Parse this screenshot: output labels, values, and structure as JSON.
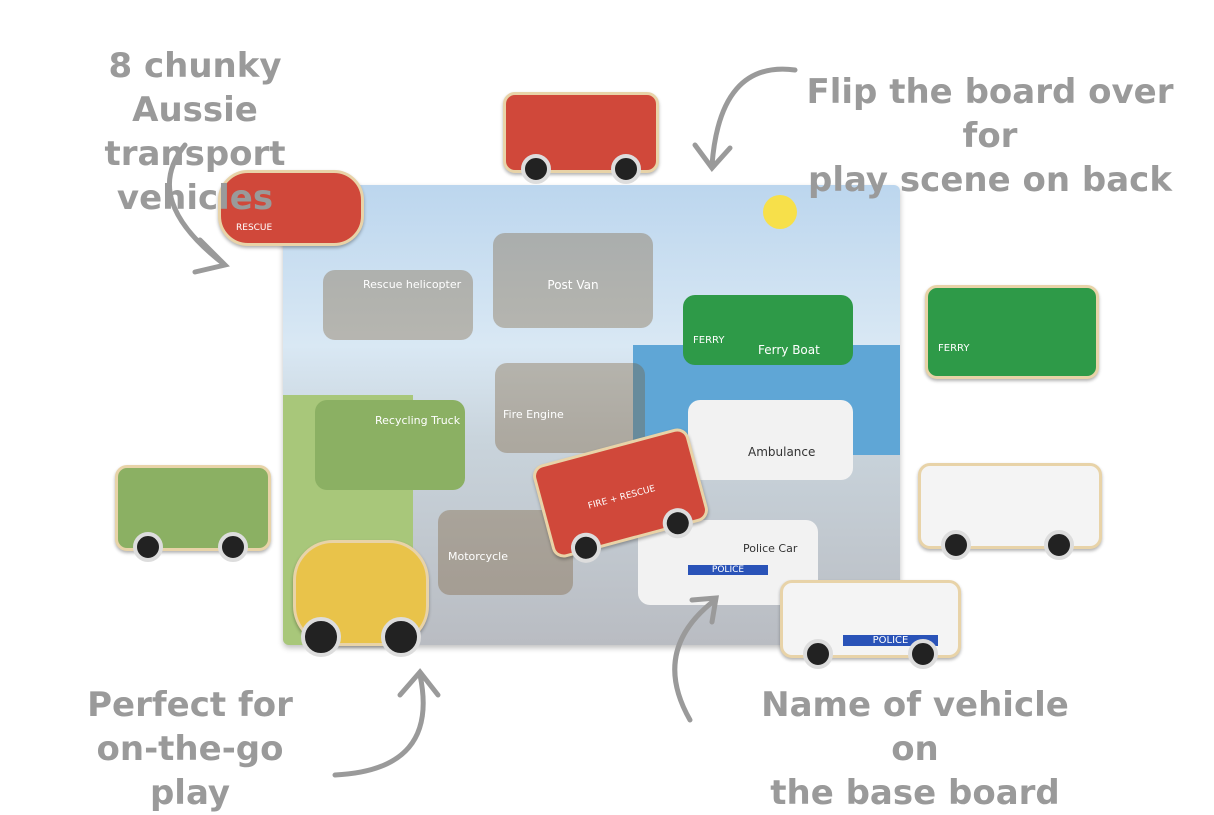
{
  "captions": {
    "top_left": [
      "8 chunky Aussie",
      "transport vehicles"
    ],
    "top_right": [
      "Flip the board over for",
      "play scene on back"
    ],
    "bottom_left": [
      "Perfect for",
      "on-the-go play"
    ],
    "bottom_right": [
      "Name of vehicle on",
      "the base board"
    ]
  },
  "board_labels": {
    "post_van": "Post Van",
    "ferry_boat": "Ferry Boat",
    "ferry": "FERRY",
    "helicopter": "Rescue helicopter",
    "rescue": "RESCUE",
    "fire_engine": "Fire Engine",
    "fire_rescue": "FIRE + RESCUE",
    "recycling": "Recycling Truck",
    "ambulance": "Ambulance",
    "motorcycle": "Motorcycle",
    "police_car": "Police Car",
    "police": "POLICE"
  },
  "colors": {
    "caption": "#9a9a9a",
    "post_red": "#d0483a",
    "ferry_green": "#2e9a48",
    "recycle_green": "#8bb063",
    "police_blue": "#2a53b8"
  }
}
